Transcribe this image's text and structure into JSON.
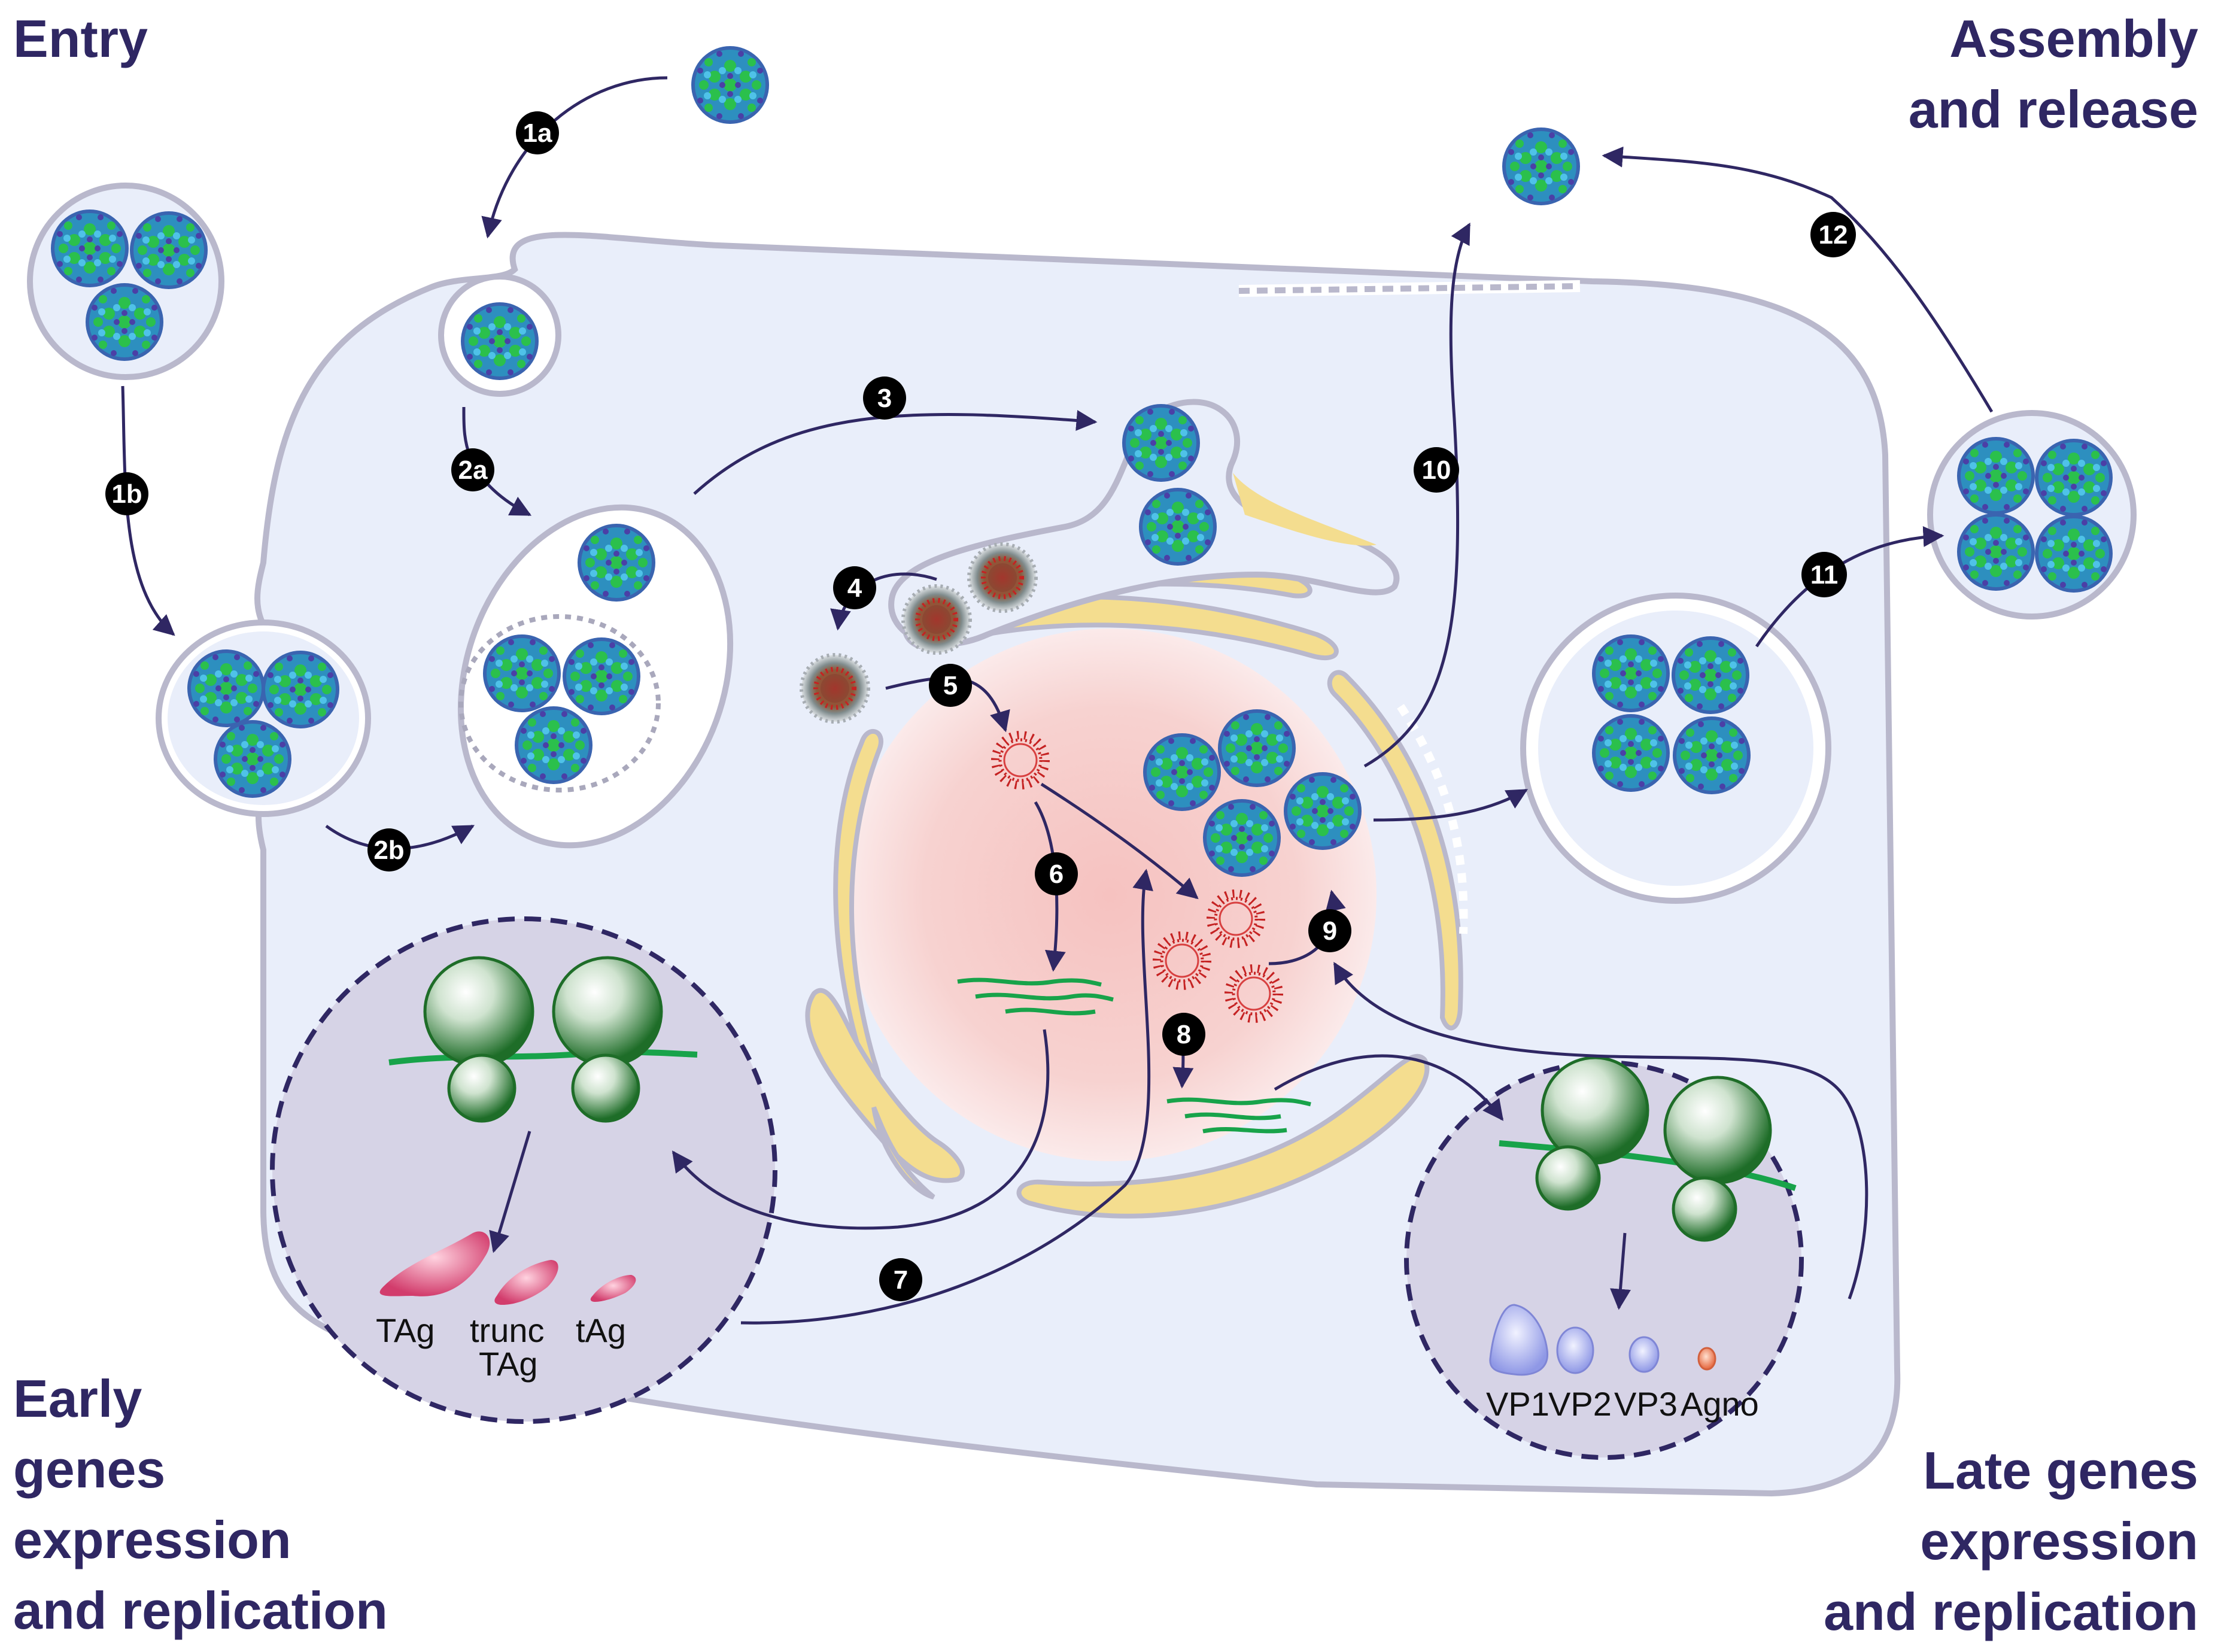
{
  "corners": {
    "entry": [
      "Entry"
    ],
    "assembly": [
      "Assembly",
      "and release"
    ],
    "early": [
      "Early",
      "genes",
      "expression",
      "and replication"
    ],
    "late": [
      "Late genes",
      "expression",
      "and replication"
    ]
  },
  "steps": [
    "1a",
    "1b",
    "2a",
    "2b",
    "3",
    "4",
    "5",
    "6",
    "7",
    "8",
    "9",
    "10",
    "11",
    "12"
  ],
  "early_proteins": {
    "tag": "TAg",
    "trunc_line1": "trunc",
    "trunc_line2": "TAg",
    "small_tag": "tAg"
  },
  "late_proteins": {
    "vp1": "VP1",
    "vp2": "VP2",
    "vp3": "VP3",
    "agno": "Agno"
  },
  "colors": {
    "title": "#2f2763",
    "arrow": "#2f2763",
    "cell_fill": "#e9eefa",
    "cell_stroke": "#b9b8cc",
    "nucleus_glow": "#f6c7c6",
    "er_yellow": "#f4dd8f",
    "factory_fill": "#d6d3e6",
    "virion_blue": "#3aa3c8",
    "virion_green": "#2ec34f",
    "ribosome_green": "#1e7a2a",
    "mrna_green": "#18a34a",
    "dna_red": "#c02020",
    "early_protein": "#e0507a",
    "late_protein": "#a9b0ee",
    "agno_protein": "#f08a5e"
  }
}
